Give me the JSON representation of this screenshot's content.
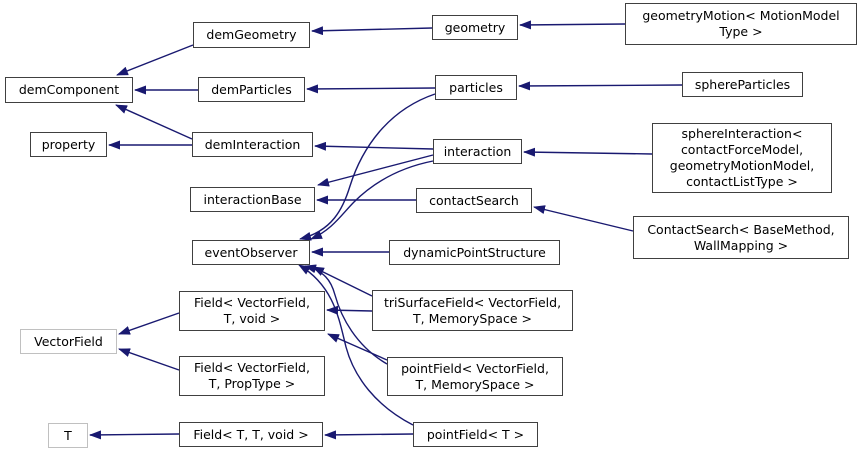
{
  "diagram": {
    "type": "class-inheritance-graph",
    "background_color": "#ffffff",
    "edge_color": "#191970",
    "node_border_color": "#404040",
    "external_node_border_color": "#c0c0c0",
    "nodes": [
      {
        "id": "demComponent",
        "label": "demComponent",
        "external": false
      },
      {
        "id": "demGeometry",
        "label": "demGeometry",
        "external": false
      },
      {
        "id": "geometry",
        "label": "geometry",
        "external": false
      },
      {
        "id": "geometryMotion",
        "label": "geometryMotion< MotionModel\nType >",
        "external": false
      },
      {
        "id": "demParticles",
        "label": "demParticles",
        "external": false
      },
      {
        "id": "particles",
        "label": "particles",
        "external": false
      },
      {
        "id": "sphereParticles",
        "label": "sphereParticles",
        "external": false
      },
      {
        "id": "property",
        "label": "property",
        "external": false
      },
      {
        "id": "demInteraction",
        "label": "demInteraction",
        "external": false
      },
      {
        "id": "interaction",
        "label": "interaction",
        "external": false
      },
      {
        "id": "sphereInteraction",
        "label": "sphereInteraction<\ncontactForceModel,\ngeometryMotionModel,\ncontactListType >",
        "external": false
      },
      {
        "id": "interactionBase",
        "label": "interactionBase",
        "external": false
      },
      {
        "id": "contactSearch",
        "label": "contactSearch",
        "external": false
      },
      {
        "id": "ContactSearchBM",
        "label": "ContactSearch< BaseMethod,\nWallMapping >",
        "external": false
      },
      {
        "id": "eventObserver",
        "label": "eventObserver",
        "external": false
      },
      {
        "id": "dynamicPointStructure",
        "label": "dynamicPointStructure",
        "external": false
      },
      {
        "id": "triSurfaceField",
        "label": "triSurfaceField< VectorField,\nT, MemorySpace >",
        "external": false
      },
      {
        "id": "FieldVFvoid",
        "label": "Field< VectorField,\nT, void >",
        "external": false
      },
      {
        "id": "VectorField",
        "label": "VectorField",
        "external": true
      },
      {
        "id": "FieldVFPropType",
        "label": "Field< VectorField,\nT, PropType >",
        "external": false
      },
      {
        "id": "pointFieldVF",
        "label": "pointField< VectorField,\nT, MemorySpace >",
        "external": false
      },
      {
        "id": "T",
        "label": "T",
        "external": true
      },
      {
        "id": "FieldTTvoid",
        "label": "Field< T, T, void >",
        "external": false
      },
      {
        "id": "pointFieldT",
        "label": "pointField< T >",
        "external": false
      }
    ],
    "edges": [
      {
        "from": "geometryMotion",
        "to": "geometry"
      },
      {
        "from": "geometry",
        "to": "demGeometry"
      },
      {
        "from": "demGeometry",
        "to": "demComponent"
      },
      {
        "from": "sphereParticles",
        "to": "particles"
      },
      {
        "from": "particles",
        "to": "demParticles"
      },
      {
        "from": "demParticles",
        "to": "demComponent"
      },
      {
        "from": "particles",
        "to": "eventObserver"
      },
      {
        "from": "sphereInteraction",
        "to": "interaction"
      },
      {
        "from": "interaction",
        "to": "demInteraction"
      },
      {
        "from": "interaction",
        "to": "interactionBase"
      },
      {
        "from": "interaction",
        "to": "eventObserver"
      },
      {
        "from": "demInteraction",
        "to": "demComponent"
      },
      {
        "from": "demInteraction",
        "to": "property"
      },
      {
        "from": "contactSearch",
        "to": "interactionBase"
      },
      {
        "from": "ContactSearchBM",
        "to": "contactSearch"
      },
      {
        "from": "dynamicPointStructure",
        "to": "eventObserver"
      },
      {
        "from": "triSurfaceField",
        "to": "eventObserver"
      },
      {
        "from": "triSurfaceField",
        "to": "FieldVFvoid"
      },
      {
        "from": "pointFieldVF",
        "to": "eventObserver"
      },
      {
        "from": "pointFieldVF",
        "to": "FieldVFvoid"
      },
      {
        "from": "FieldVFvoid",
        "to": "VectorField"
      },
      {
        "from": "FieldVFPropType",
        "to": "VectorField"
      },
      {
        "from": "pointFieldT",
        "to": "FieldTTvoid"
      },
      {
        "from": "pointFieldT",
        "to": "eventObserver"
      },
      {
        "from": "FieldTTvoid",
        "to": "T"
      }
    ]
  }
}
